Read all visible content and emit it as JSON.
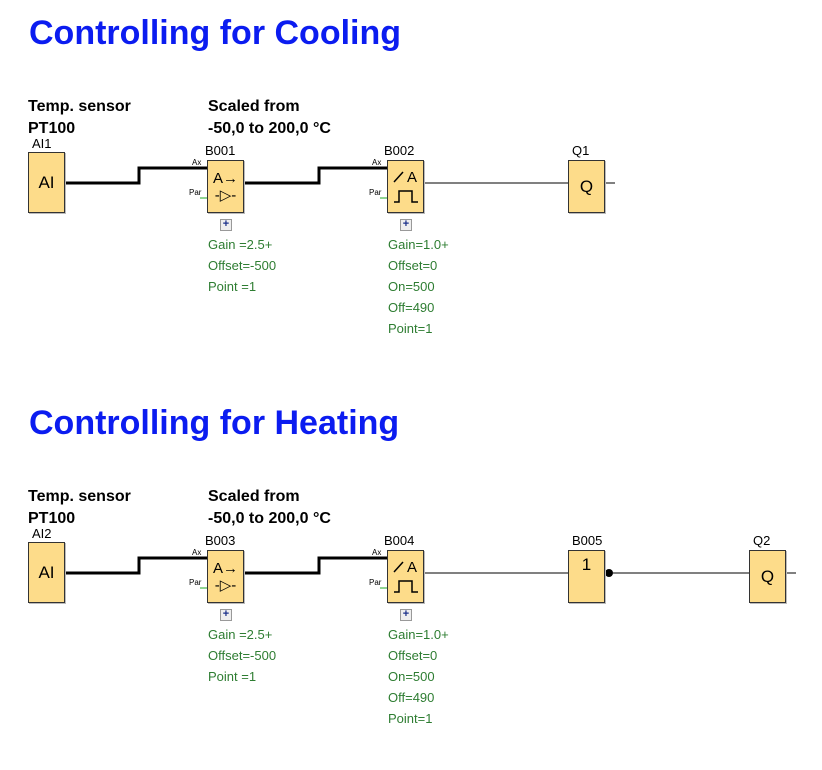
{
  "sections": [
    {
      "title": "Controlling for Cooling",
      "sensor_label": [
        "Temp. sensor",
        "PT100"
      ],
      "scale_label": [
        "Scaled from",
        "-50,0 to 200,0 °C"
      ],
      "input": {
        "name": "AI1",
        "symbol": "AI"
      },
      "amp": {
        "name": "B001",
        "pin_ax": "Ax",
        "pin_par": "Par",
        "symbol_top": "A→",
        "symbol_bottom": "-▷-",
        "params": [
          "Gain  =2.5+",
          "Offset=-500",
          "Point =1"
        ]
      },
      "switch": {
        "name": "B002",
        "pin_ax": "Ax",
        "pin_par": "Par",
        "params": [
          "Gain=1.0+",
          "Offset=0",
          "On=500",
          "Off=490",
          "Point=1"
        ]
      },
      "output": {
        "name": "Q1",
        "symbol": "Q"
      }
    },
    {
      "title": "Controlling for Heating",
      "sensor_label": [
        "Temp. sensor",
        "PT100"
      ],
      "scale_label": [
        "Scaled from",
        "-50,0 to 200,0 °C"
      ],
      "input": {
        "name": "AI2",
        "symbol": "AI"
      },
      "amp": {
        "name": "B003",
        "pin_ax": "Ax",
        "pin_par": "Par",
        "symbol_top": "A→",
        "symbol_bottom": "-▷-",
        "params": [
          "Gain  =2.5+",
          "Offset=-500",
          "Point =1"
        ]
      },
      "switch": {
        "name": "B004",
        "pin_ax": "Ax",
        "pin_par": "Par",
        "params": [
          "Gain=1.0+",
          "Offset=0",
          "On=500",
          "Off=490",
          "Point=1"
        ]
      },
      "not": {
        "name": "B005",
        "symbol": "1"
      },
      "output": {
        "name": "Q2",
        "symbol": "Q"
      }
    }
  ],
  "colors": {
    "title": "#0b1cf0",
    "block": "#fddc8a",
    "params": "#2e7d32"
  }
}
